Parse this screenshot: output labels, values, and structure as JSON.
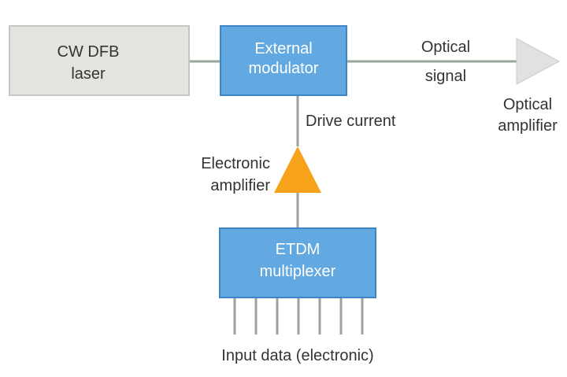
{
  "colors": {
    "laser_fill": "#e3e3df",
    "laser_stroke": "#c6c6c0",
    "laser_text": "#333333",
    "blue_fill": "#63a9e1",
    "blue_stroke": "#3a86c8",
    "blue_text": "#ffffff",
    "line": "#9aa49a",
    "optical_amp_fill": "#dfe2df",
    "electronic_amp_fill": "#f7a21b",
    "label_text": "#333333"
  },
  "laser": {
    "line1": "CW DFB",
    "line2": "laser"
  },
  "modulator": {
    "line1": "External",
    "line2": "modulator"
  },
  "multiplexer": {
    "line1": "ETDM",
    "line2": "multiplexer"
  },
  "labels": {
    "optical_signal_1": "Optical",
    "optical_signal_2": "signal",
    "optical_amplifier_1": "Optical",
    "optical_amplifier_2": "amplifier",
    "drive_current": "Drive current",
    "electronic_amplifier_1": "Electronic",
    "electronic_amplifier_2": "amplifier",
    "input_data": "Input data (electronic)"
  },
  "input_line_count": 7
}
